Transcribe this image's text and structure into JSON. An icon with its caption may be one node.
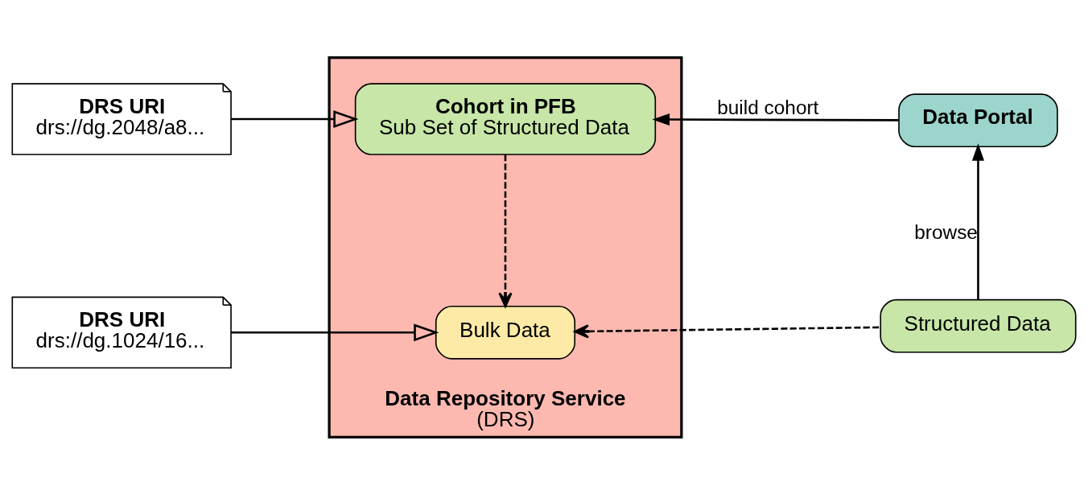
{
  "diagram": {
    "nodes": [
      {
        "text": [
          "Data Repository Service",
          "(DRS)"
        ]
      },
      {
        "text": [
          "Cohort in PFB",
          "Sub Set of Structured Data"
        ],
        "in": 0
      },
      {
        "text": [
          "Bulk Data"
        ],
        "in": 0
      },
      {
        "text": [
          "DRS URI",
          "drs://dg.2048/a8..."
        ]
      },
      {
        "text": [
          "DRS URI",
          "drs://dg.1024/16..."
        ]
      },
      {
        "text": [
          "Data Portal"
        ]
      },
      {
        "text": [
          "Structured Data"
        ]
      }
    ],
    "edges": [
      {
        "from": 3,
        "to": 1,
        "arrow": "to"
      },
      {
        "from": 5,
        "to": 1,
        "arrow": "to",
        "label": "build cohort"
      },
      {
        "from": 1,
        "to": 2,
        "arrow": "to",
        "style": "dashed"
      },
      {
        "from": 6,
        "to": 5,
        "arrow": "to",
        "label": "browse"
      },
      {
        "from": 4,
        "to": 2,
        "arrow": "to"
      },
      {
        "from": 6,
        "to": 2,
        "arrow": "to",
        "style": "dashed"
      }
    ]
  }
}
